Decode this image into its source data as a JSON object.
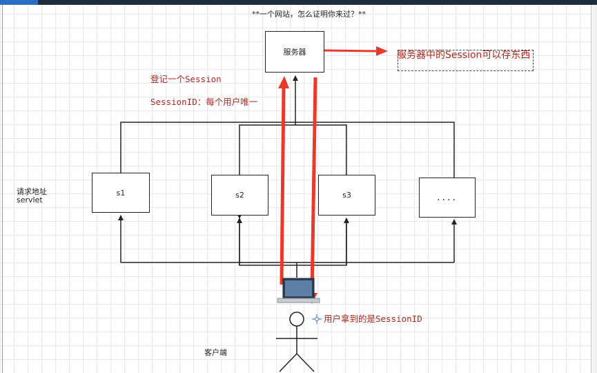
{
  "diagram": {
    "title": "**一个网站，怎么证明你来过？**",
    "server_label": "服务器",
    "server_note": "服务器中的Session可以存东西",
    "annotation_register": "登记一个Session",
    "annotation_session_id": "SessionID：每个用户唯一",
    "left_label_line1": "请求地址",
    "left_label_line2": "servlet",
    "servlets": [
      "s1",
      "s2",
      "s3",
      "...."
    ],
    "client_note": "用户拿到的是SessionID",
    "client_label": "客户端"
  },
  "colors": {
    "line": "#222222",
    "arrow_red": "#e8392b",
    "text_red": "#b0271d",
    "grid": "#e8e8e8"
  }
}
